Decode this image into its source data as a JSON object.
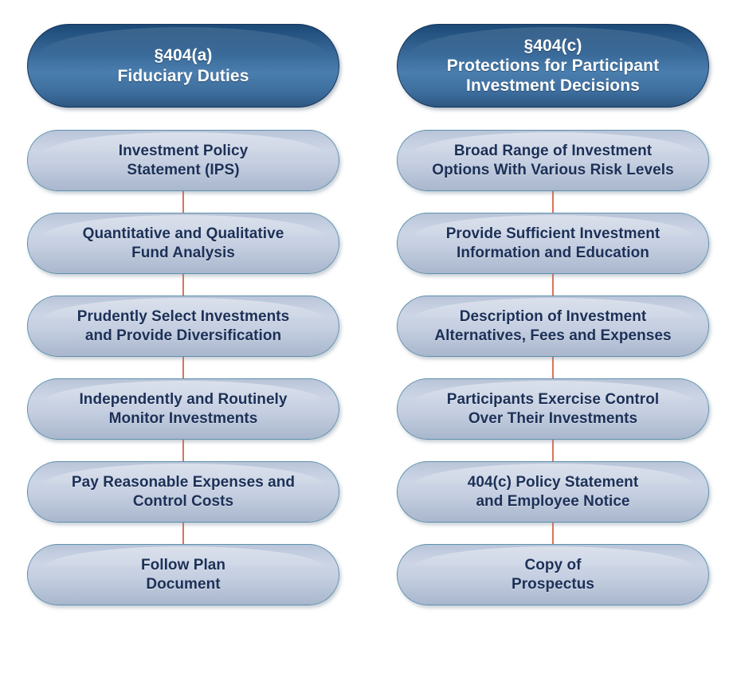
{
  "diagram": {
    "type": "two-column-flowchart",
    "background_color": "#ffffff",
    "header_color": "#2e5d8c",
    "step_color": "#c3cde0",
    "connector_color": "#d9735e",
    "step_text_color": "#1c3057",
    "header_text_color": "#ffffff"
  },
  "columns": [
    {
      "id": "section-404a",
      "header": {
        "line1": "§404(a)",
        "line2": "Fiduciary Duties"
      },
      "steps": [
        {
          "line1": "Investment Policy",
          "line2": "Statement (IPS)"
        },
        {
          "line1": "Quantitative and Qualitative",
          "line2": "Fund Analysis"
        },
        {
          "line1": "Prudently Select Investments",
          "line2": "and Provide Diversification"
        },
        {
          "line1": "Independently and Routinely",
          "line2": "Monitor Investments"
        },
        {
          "line1": "Pay Reasonable Expenses and",
          "line2": "Control Costs"
        },
        {
          "line1": "Follow Plan",
          "line2": "Document"
        }
      ]
    },
    {
      "id": "section-404c",
      "header": {
        "line1": "§404(c)",
        "line2": "Protections for Participant",
        "line3": "Investment Decisions"
      },
      "steps": [
        {
          "line1": "Broad Range of Investment",
          "line2": "Options With Various Risk Levels"
        },
        {
          "line1": "Provide Sufficient Investment",
          "line2": "Information and Education"
        },
        {
          "line1": "Description of Investment",
          "line2": "Alternatives, Fees and Expenses"
        },
        {
          "line1": "Participants Exercise Control",
          "line2": "Over Their Investments"
        },
        {
          "line1": "404(c) Policy Statement",
          "line2": "and Employee Notice"
        },
        {
          "line1": "Copy of",
          "line2": "Prospectus"
        }
      ]
    }
  ]
}
